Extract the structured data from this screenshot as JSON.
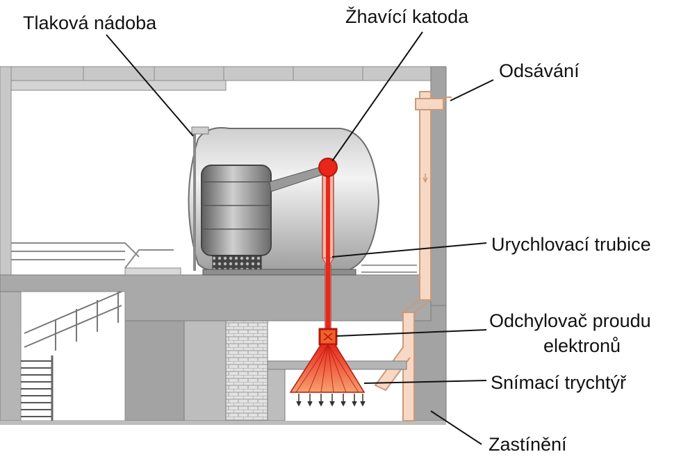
{
  "labels": {
    "pressure_vessel": "Tlaková nádoba",
    "hot_cathode": "Žhavící katoda",
    "exhaust": "Odsávání",
    "accelerator_tube": "Urychlovací trubice",
    "beam_deflector_line1": "Odchylovač proudu",
    "beam_deflector_line2": "elektronů",
    "scanning_funnel": "Snímací trychtýř",
    "shielding": "Zastínění"
  },
  "colors": {
    "beam": "#e8261a",
    "funnel": "#f2602b",
    "wall": "#a3a3a3",
    "vessel": "#d6d6d6",
    "duct": "#f7d8c5"
  }
}
